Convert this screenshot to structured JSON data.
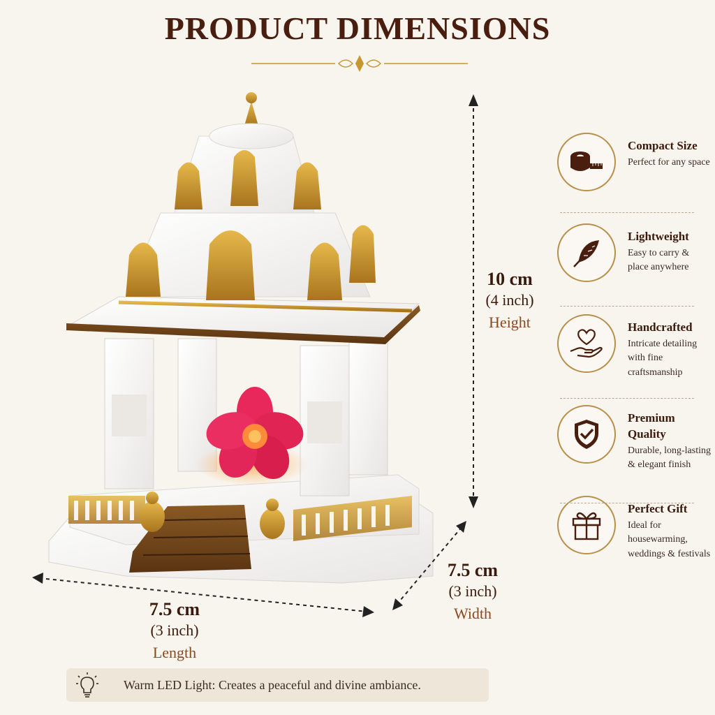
{
  "title": "PRODUCT DIMENSIONS",
  "dimensions": {
    "height": {
      "value": "10 cm",
      "imperial": "(4 inch)",
      "label": "Height"
    },
    "width": {
      "value": "7.5 cm",
      "imperial": "(3 inch)",
      "label": "Width"
    },
    "length": {
      "value": "7.5 cm",
      "imperial": "(3 inch)",
      "label": "Length"
    }
  },
  "features": [
    {
      "icon": "measuring-tape-icon",
      "title": "Compact Size",
      "desc": "Perfect for any space"
    },
    {
      "icon": "feather-icon",
      "title": "Lightweight",
      "desc": "Easy to carry & place anywhere"
    },
    {
      "icon": "heart-hand-icon",
      "title": "Handcrafted",
      "desc": "Intricate detailing with fine craftsmanship"
    },
    {
      "icon": "shield-check-icon",
      "title": "Premium Quality",
      "desc": "Durable, long-lasting & elegant finish"
    },
    {
      "icon": "gift-icon",
      "title": "Perfect Gift",
      "desc": "Ideal for housewarming, weddings & festivals"
    }
  ],
  "footer": {
    "icon": "lightbulb-icon",
    "text": "Warm LED Light: Creates a peaceful and divine ambiance."
  },
  "colors": {
    "gold": "#c8962e",
    "brown": "#4a1e0e",
    "marble": "#ffffff",
    "flower": "#e8285a"
  }
}
